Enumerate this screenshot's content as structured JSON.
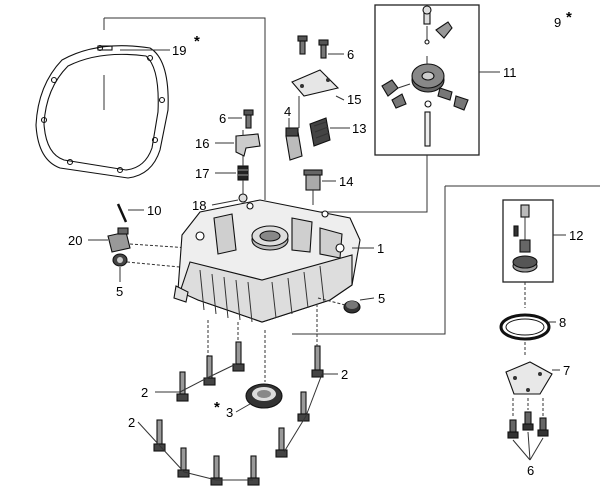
{
  "callouts": {
    "c1": "1",
    "c2a": "2",
    "c2b": "2",
    "c2c": "2",
    "c3": "3",
    "c4": "4",
    "c5a": "5",
    "c5b": "5",
    "c6a": "6",
    "c6b": "6",
    "c6c": "6",
    "c7": "7",
    "c8": "8",
    "c9": "9",
    "c10": "10",
    "c11": "11",
    "c12": "12",
    "c13": "13",
    "c14": "14",
    "c15": "15",
    "c16": "16",
    "c17": "17",
    "c18": "18",
    "c19": "19",
    "c20": "20"
  },
  "asterisk": "*",
  "colors": {
    "line": "#333333",
    "part_fill": "#e6e6e6",
    "dark_fill": "#555555"
  }
}
